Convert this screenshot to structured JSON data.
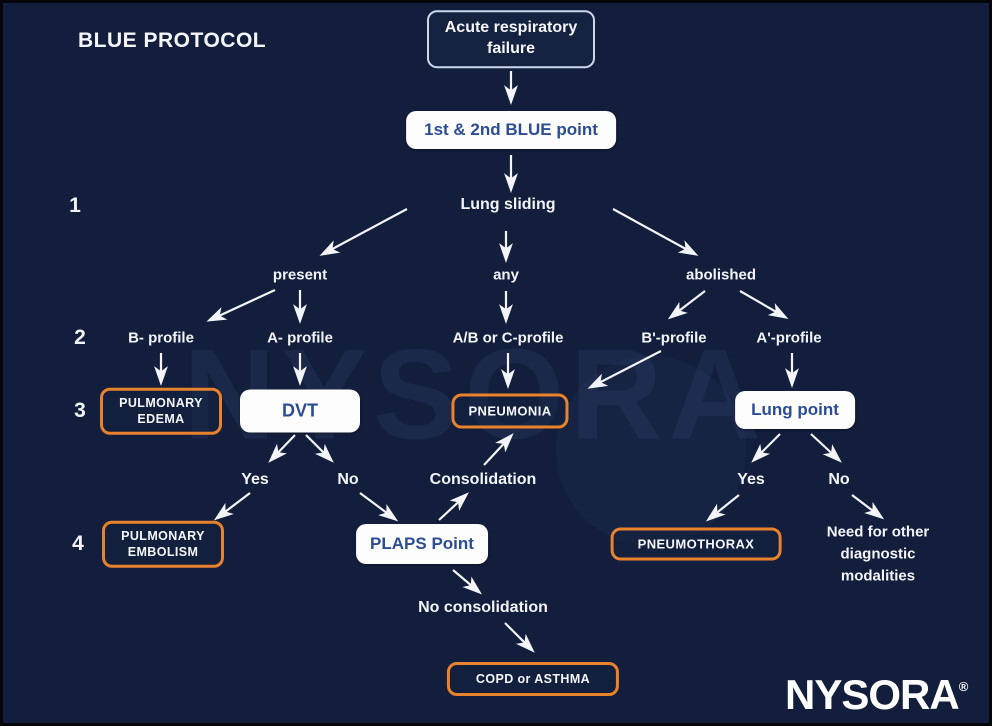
{
  "title": "BLUE PROTOCOL",
  "watermark": "NYSORA",
  "brand": {
    "name": "NYSORA",
    "registered": "®"
  },
  "step_numbers": [
    "1",
    "2",
    "3",
    "4"
  ],
  "colors": {
    "background": "#131e3c",
    "accent_orange": "#e8822c",
    "box_text_blue": "#2c4d94",
    "text_white": "#f2f4f8",
    "acute_border": "#ccd7ee"
  },
  "nodes": {
    "acute_respiratory_failure": "Acute respiratory failure",
    "blue_point": "1st & 2nd BLUE point",
    "lung_sliding": "Lung sliding",
    "present": "present",
    "any": "any",
    "abolished": "abolished",
    "b_profile": "B- profile",
    "a_profile": "A- profile",
    "ab_or_c_profile": "A/B or C-profile",
    "b_prime_profile": "B'-profile",
    "a_prime_profile": "A'-profile",
    "pulmonary_edema": "PULMONARY\nEDEMA",
    "dvt": "DVT",
    "pneumonia": "PNEUMONIA",
    "lung_point": "Lung point",
    "yes_left": "Yes",
    "no_left": "No",
    "consolidation": "Consolidation",
    "yes_right": "Yes",
    "no_right": "No",
    "pulmonary_embolism": "PULMONARY\nEMBOLISM",
    "plaps_point": "PLAPS Point",
    "pneumothorax": "PNEUMOTHORAX",
    "need_other_modalities": "Need for other\ndiagnostic\nmodalities",
    "no_consolidation": "No consolidation",
    "copd_or_asthma": "COPD or ASTHMA"
  }
}
